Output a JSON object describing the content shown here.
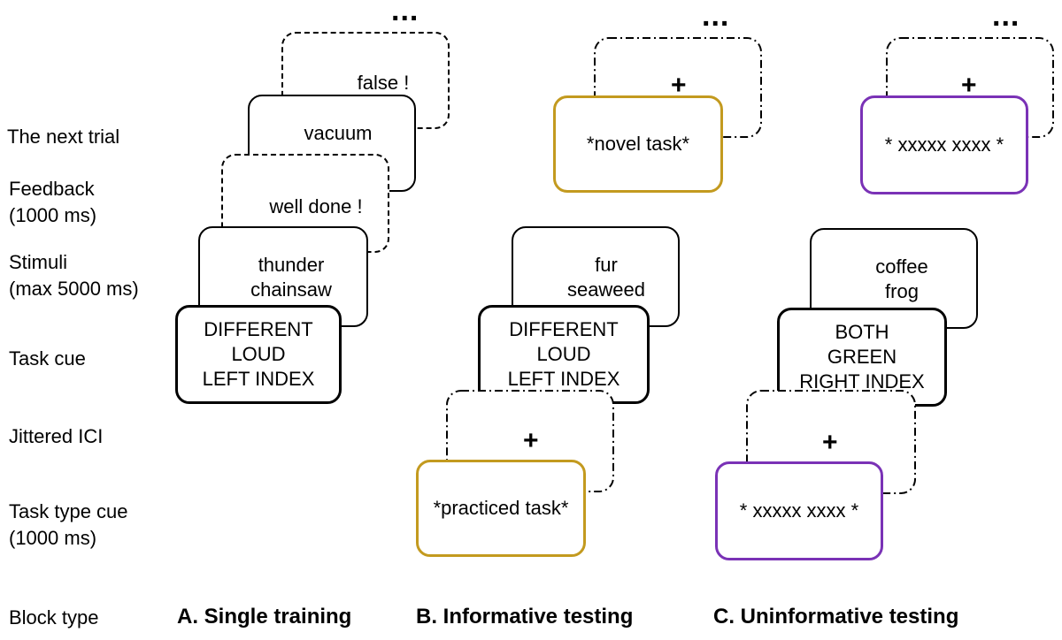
{
  "labels": {
    "next_trial": "The next trial",
    "feedback": "Feedback",
    "feedback_time": "(1000 ms)",
    "stimuli": "Stimuli",
    "stimuli_time": "(max 5000 ms)",
    "task_cue": "Task cue",
    "jittered_ici": "Jittered ICI",
    "task_type_cue": "Task type cue",
    "task_type_time": "(1000 ms)",
    "block_type": "Block type"
  },
  "columns": {
    "a": {
      "header": "A. Single training",
      "ellipsis": "...",
      "next_feedback": "false !",
      "next_stimuli_line1": "vacuum",
      "feedback": "well done !",
      "stimuli_line1": "thunder",
      "stimuli_line2": "chainsaw",
      "cue_line1": "DIFFERENT",
      "cue_line2": "LOUD",
      "cue_line3": "LEFT INDEX"
    },
    "b": {
      "header": "B. Informative testing",
      "ellipsis": "...",
      "next_plus": "+",
      "next_type_cue": "*novel task*",
      "stimuli_line1": "fur",
      "stimuli_line2": "seaweed",
      "cue_line1": "DIFFERENT",
      "cue_line2": "LOUD",
      "cue_line3": "LEFT INDEX",
      "ici_plus": "+",
      "type_cue": "*practiced task*"
    },
    "c": {
      "header": "C. Uninformative testing",
      "ellipsis": "...",
      "next_plus": "+",
      "next_type_cue": "* xxxxx xxxx *",
      "stimuli_line1": "coffee",
      "stimuli_line2": "frog",
      "cue_line1": "BOTH",
      "cue_line2": "GREEN",
      "cue_line3": "RIGHT INDEX",
      "ici_plus": "+",
      "type_cue": "* xxxxx xxxx *"
    }
  },
  "colors": {
    "informative": "#c39a1f",
    "uninformative": "#7a32b6"
  }
}
